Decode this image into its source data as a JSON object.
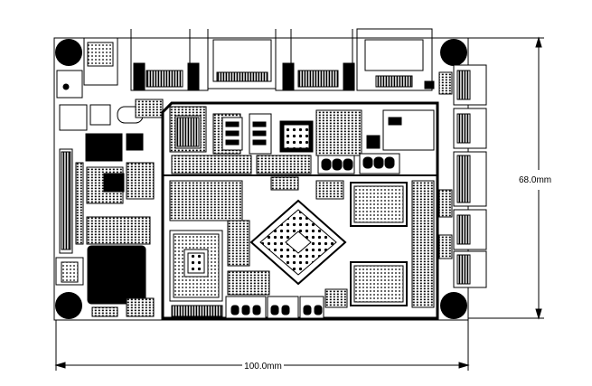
{
  "drawing": {
    "width_label": "100.0mm",
    "height_label": "68.0mm"
  },
  "board": {
    "mounting_holes": 4,
    "edge_connectors_right": 5
  },
  "colors": {
    "ink": "#000000",
    "paper": "#ffffff"
  }
}
